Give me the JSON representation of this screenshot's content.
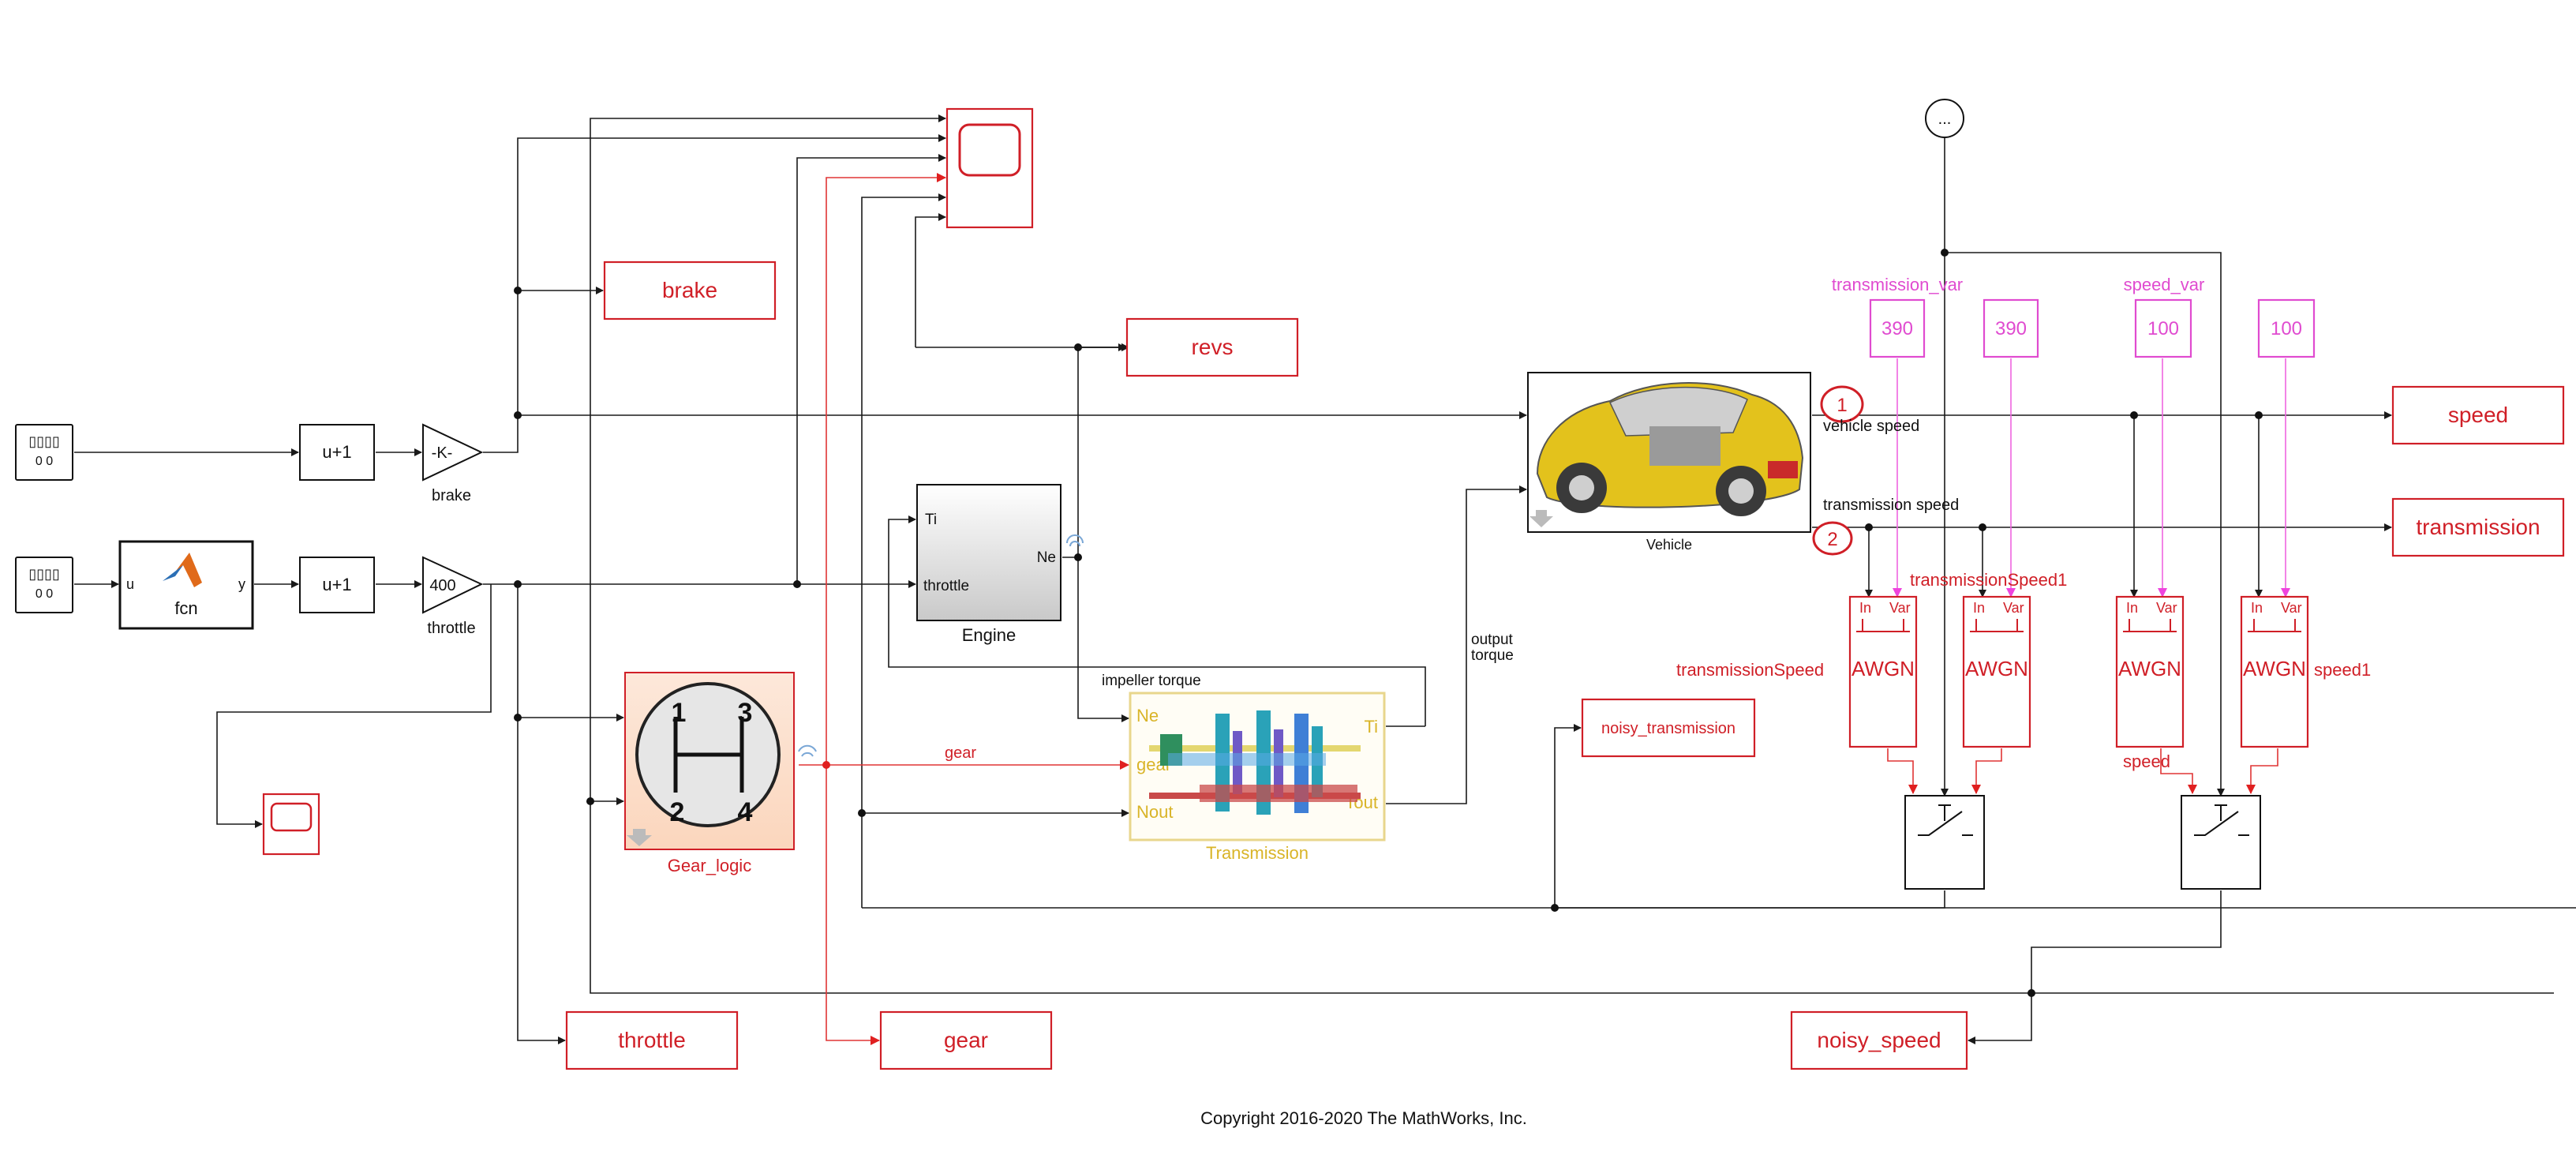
{
  "colors": {
    "goto_red": "#d01f27",
    "constant_magenta": "#e04bd0",
    "transmission_yellow": "#d9b428",
    "wire_black": "#1a1a1a"
  },
  "blocks": {
    "signal_builder_1": "▯▯▯▯",
    "signal_builder_1_sub": "0 0",
    "signal_builder_2": "▯▯▯▯",
    "signal_builder_2_sub": "0 0",
    "fcn_in": "u",
    "fcn_out": "y",
    "fcn_label": "fcn",
    "bias_1": "u+1",
    "bias_2": "u+1",
    "gain_brake": "-K-",
    "gain_brake_label": "brake",
    "gain_throttle": "400",
    "gain_throttle_label": "throttle",
    "engine_in_ti": "Ti",
    "engine_in_throttle": "throttle",
    "engine_out_ne": "Ne",
    "engine_label": "Engine",
    "gear_logic_label": "Gear_logic",
    "shift_1": "1",
    "shift_2": "2",
    "shift_3": "3",
    "shift_4": "4",
    "trans_in_ne": "Ne",
    "trans_in_gear": "gear",
    "trans_in_nout": "Nout",
    "trans_out_ti": "Ti",
    "trans_out_tout": "Tout",
    "transmission_label": "Transmission",
    "vehicle_label": "Vehicle",
    "merge_ellipsis": "...",
    "outport_1": "1",
    "outport_2": "2",
    "awgn_label": "AWGN",
    "awgn_port_in": "In",
    "awgn_port_var": "Var"
  },
  "gotos": {
    "brake": "brake",
    "revs": "revs",
    "speed": "speed",
    "transmission": "transmission",
    "noisy_transmission": "noisy_transmission",
    "throttle": "throttle",
    "gear": "gear",
    "noisy_speed": "noisy_speed"
  },
  "constants": {
    "c1_label": "transmission_var",
    "c1_value": "390",
    "c2_value": "390",
    "c3_label": "speed_var",
    "c3_value": "100",
    "c4_value": "100"
  },
  "signal_labels": {
    "gear": "gear",
    "impeller_torque": "impeller torque",
    "output_torque_1": "output",
    "output_torque_2": "torque",
    "vehicle_speed": "vehicle speed",
    "transmission_speed": "transmission speed",
    "transmissionSpeed": "transmissionSpeed",
    "transmissionSpeed1": "transmissionSpeed1",
    "speed": "speed",
    "speed1": "speed1"
  },
  "footer": {
    "copyright": "Copyright 2016-2020 The MathWorks, Inc."
  }
}
